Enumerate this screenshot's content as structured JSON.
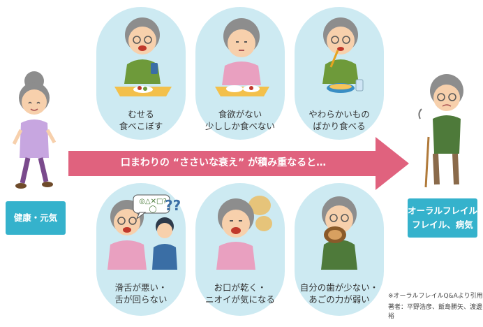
{
  "arrow": {
    "label": "口まわりの “ささいな衰え” が積み重なると…",
    "color": "#e0627e"
  },
  "start": {
    "label": "健康・元気"
  },
  "end": {
    "line1": "オーラルフレイル",
    "line2": "フレイル、病気"
  },
  "top_items": [
    {
      "line1": "むせる",
      "line2": "食べこぼす"
    },
    {
      "line1": "食欲がない",
      "line2": "少ししか食べない"
    },
    {
      "line1": "やわらかいもの",
      "line2": "ばかり食べる"
    }
  ],
  "bottom_items": [
    {
      "line1": "滑舌が悪い・",
      "line2": "舌が回らない"
    },
    {
      "line1": "お口が乾く・",
      "line2": "ニオイが気になる"
    },
    {
      "line1": "自分の歯が少ない・",
      "line2": "あごの力が弱い"
    }
  ],
  "speech_glyphs": "◎△✕□?◯",
  "question_marks": "??",
  "credit": {
    "line1": "※オーラルフレイルQ&Aより引用",
    "line2": "著者：平野浩彦、飯島勝矢、渡邊裕"
  },
  "colors": {
    "bubble": "#cdeaf2",
    "tag": "#35b2cc",
    "arrow": "#e0627e"
  }
}
